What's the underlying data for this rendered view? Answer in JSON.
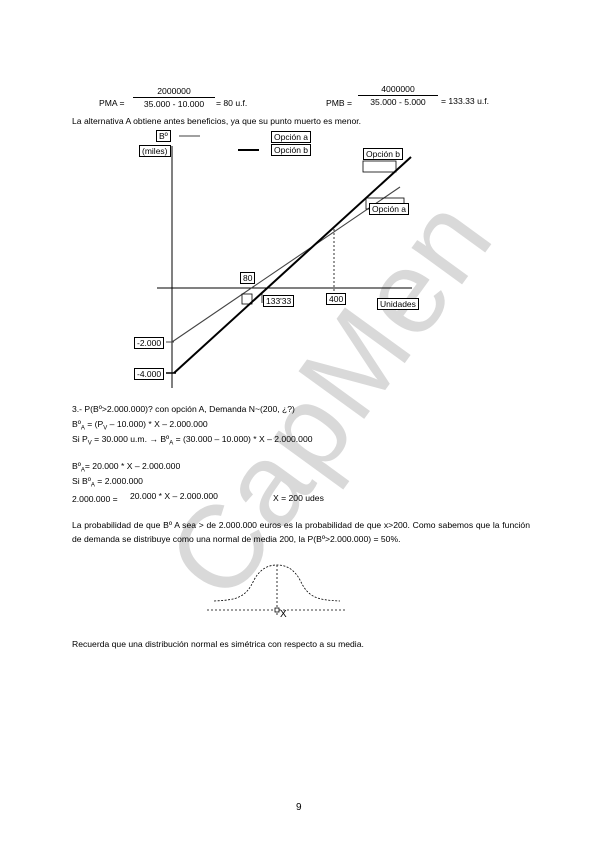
{
  "equations": {
    "pma_label": "PMA =",
    "pma_num": "2000000",
    "pma_den": "35.000 - 10.000",
    "pma_result": "= 80 u.f.",
    "pmb_label": "PMB =",
    "pmb_num": "4000000",
    "pmb_den": "35.000 - 5.000",
    "pmb_result": "= 133.33 u.f."
  },
  "conclusion": "La alternativa A obtiene antes beneficios, ya que su punto muerto es menor.",
  "graph": {
    "y_label_1": "Bº",
    "y_label_2": "(miles)",
    "legend_a": "Opción a",
    "legend_b": "Opción b",
    "line_label_b": "Opción b",
    "line_label_a": "Opción a",
    "tick_80": "80",
    "tick_13333": "133'33",
    "tick_400": "400",
    "x_label": "Unidades",
    "y_tick_2000": "-2.000",
    "y_tick_4000": "-4.000"
  },
  "section3": {
    "line1": "3.- P(Bº>2.000.000)? con opción A, Demanda N~(200, ¿?)",
    "line2_a": "Bº",
    "line2_sub": "A",
    "line2_b": " = (P",
    "line2_sub2": "V",
    "line2_c": " – 10.000) * X – 2.000.000",
    "line3_a": "Si  P",
    "line3_sub": "V",
    "line3_b": " = 30.000 u.m. → Bº",
    "line3_sub2": "A",
    "line3_c": " =  (30.000 – 10.000)  * X – 2.000.000",
    "line4_a": "Bº",
    "line4_sub": "A",
    "line4_b": "= 20.000 * X – 2.000.000",
    "line5_a": "Si Bº",
    "line5_sub": "A",
    "line5_b": " = 2.000.000",
    "line6_a": "2.000.000 =",
    "line6_b": "20.000 * X – 2.000.000",
    "line6_c": "X = 200 udes",
    "paragraph": "La probabilidad de que Bº A sea > de 2.000.000 euros es la probabilidad de que x>200. Como sabemos que la función de demanda se distribuye como una normal de media 200, la P(Bº>2.000.000) = 50%.",
    "normal_x_label": "X"
  },
  "footer_note": "Recuerda que una distribución normal es simétrica con respecto a su media.",
  "page_number": "9",
  "watermark": "CapMen"
}
